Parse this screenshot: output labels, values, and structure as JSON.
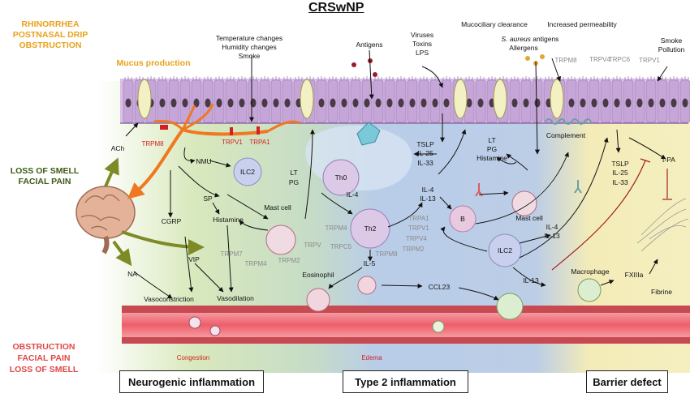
{
  "title": "CRSwNP",
  "side": {
    "top": [
      "RHINORRHEA",
      "POSTNASAL DRIP",
      "OBSTRUCTION"
    ],
    "middle": [
      "LOSS OF SMELL",
      "FACIAL PAIN"
    ],
    "bottom": [
      "OBSTRUCTION",
      "FACIAL PAIN",
      "LOSS OF SMELL"
    ]
  },
  "sections": {
    "neurogenic": "Neurogenic inflammation",
    "type2": "Type 2 inflammation",
    "barrier": "Barrier defect"
  },
  "labels": {
    "mucus": "Mucus production",
    "temp1": "Temperature changes",
    "temp2": "Humidity changes",
    "temp3": "Smoke",
    "antigens": "Antigens",
    "vir1": "Viruses",
    "vir2": "Toxins",
    "vir3": "LPS",
    "mucocil": "Mucociliary clearance",
    "perm": "Increased permeability",
    "saureus_a": "S. aureus",
    "saureus_b": " antigens",
    "allergens": "Allergens",
    "smoke_a": "Smoke",
    "smoke_b": "Pollution",
    "trpm8_top": "TRPM8",
    "trpv4_top": "TRPV4",
    "trpc6_top": "TRPC6",
    "trpv1_top": "TRPV1",
    "ach": "ACh",
    "trpm8_red": "TRPM8",
    "trpv1_red": "TRPV1",
    "trpa1_red": "TRPA1",
    "nmu": "NMU",
    "ilc2a": "ILC2",
    "sp": "SP",
    "cgrp": "CGRP",
    "histamine1": "Histamine",
    "mastcell1": "Mast cell",
    "lt1": "LT",
    "pg1": "PG",
    "trpv_l": "TRPV",
    "trpm7": "TRPM7",
    "trpm4a": "TRPM4",
    "trpm2a": "TRPM2",
    "vip": "VIP",
    "na": "NA",
    "vasoc": "Vasoconstriction",
    "vasod": "Vasodilation",
    "congestion": "Congestion",
    "th0": "Th0",
    "il4a": "IL-4",
    "th2": "Th2",
    "trpm4b": "TRPM4",
    "trpc5": "TRPC5",
    "trpm8b": "TRPM8",
    "trpa1b": "TRPA1",
    "trpv1b": "TRPV1",
    "trpv4b": "TRPV4",
    "trpm2b": "TRPM2",
    "il5": "IL-5",
    "eos": "Eosinophil",
    "ccl23": "CCL23",
    "edema": "Edema",
    "tslp1": "TSLP",
    "il25a": "IL-25",
    "il33a": "IL-33",
    "il4b": "IL-4",
    "il13a": "IL-13",
    "lt2": "LT",
    "pg2": "PG",
    "histamine2": "Histamine",
    "b": "B",
    "mastcell2": "Mast cell",
    "complement": "Complement",
    "ilc2b": "ILC2",
    "il4c": "IL-4",
    "il13b": "IL-13",
    "il13c": "IL-13",
    "tslp2": "TSLP",
    "il25b": "IL-25",
    "il33b": "IL-33",
    "tpa": "t-PA",
    "macrophage": "Macrophage",
    "fxiiia": "FXIIIa",
    "fibrine": "Fibrine"
  },
  "colors": {
    "neuro_bg": "#d6e6b8",
    "type2_bg": "#b9cde9",
    "barrier_bg": "#f3ecb8",
    "epithelium": "#c8a9d8",
    "vessel": "#ef6f78",
    "nerve": "#f07820",
    "olive_arrow": "#7d8a26"
  }
}
